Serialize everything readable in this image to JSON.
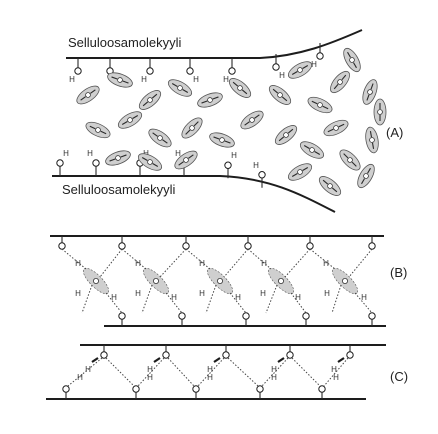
{
  "labels": {
    "top_chain": "Selluloosamolekyyli",
    "bottom_chain": "Selluloosamolekyyli",
    "panel_a": "(A)",
    "panel_b": "(B)",
    "panel_c": "(C)"
  },
  "atoms": {
    "oxygen": "O",
    "hydrogen": "H"
  },
  "colors": {
    "ink": "#1d1d1d",
    "water_fill": "#cfcfcf",
    "water_stroke": "#555555"
  }
}
